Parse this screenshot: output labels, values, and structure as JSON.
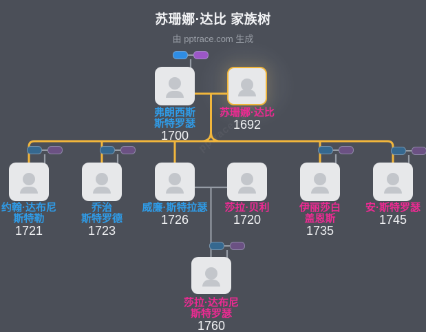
{
  "header": {
    "title": "苏珊娜·达比 家族树",
    "subtitle": "由 pptrace.com 生成"
  },
  "watermark_text": "pptrace.com",
  "colors": {
    "bg": "#4b4f58",
    "card": "#e7e8ea",
    "silhouette": "#c3c6cb",
    "male": "#2f9ce8",
    "female": "#ee2a93",
    "year": "#f0f1f3",
    "title": "#f2f3f5",
    "subtitle": "#9ba0a8",
    "line-gold": "#f1b63c",
    "line-gray": "#969ca5",
    "selected": "#f0b53a",
    "badge-blue-bright": "#2f8de4",
    "badge-purple-bright": "#9c57c7",
    "badge-blue-muted": "#35688f",
    "badge-purple-muted": "#6b5183"
  },
  "people": {
    "francis": {
      "name1": "弗朗西斯",
      "name2": "斯特罗瑟",
      "year": "1700"
    },
    "susanna": {
      "name1": "苏珊娜·达比",
      "name2": "",
      "year": "1692"
    },
    "john": {
      "name1": "约翰·达布尼",
      "name2": "斯特勒",
      "year": "1721"
    },
    "george": {
      "name1": "乔治",
      "name2": "斯特罗德",
      "year": "1723"
    },
    "william": {
      "name1": "威廉·斯特拉瑟",
      "name2": "",
      "year": "1726"
    },
    "sarah_bailey": {
      "name1": "莎拉·贝利",
      "name2": "",
      "year": "1720"
    },
    "elizabeth": {
      "name1": "伊丽莎白",
      "name2": "盖恩斯",
      "year": "1735"
    },
    "ann": {
      "name1": "安·斯特罗瑟",
      "name2": "",
      "year": "1745"
    },
    "sarah_dabney": {
      "name1": "莎拉·达布尼",
      "name2": "斯特罗瑟",
      "year": "1760"
    }
  }
}
